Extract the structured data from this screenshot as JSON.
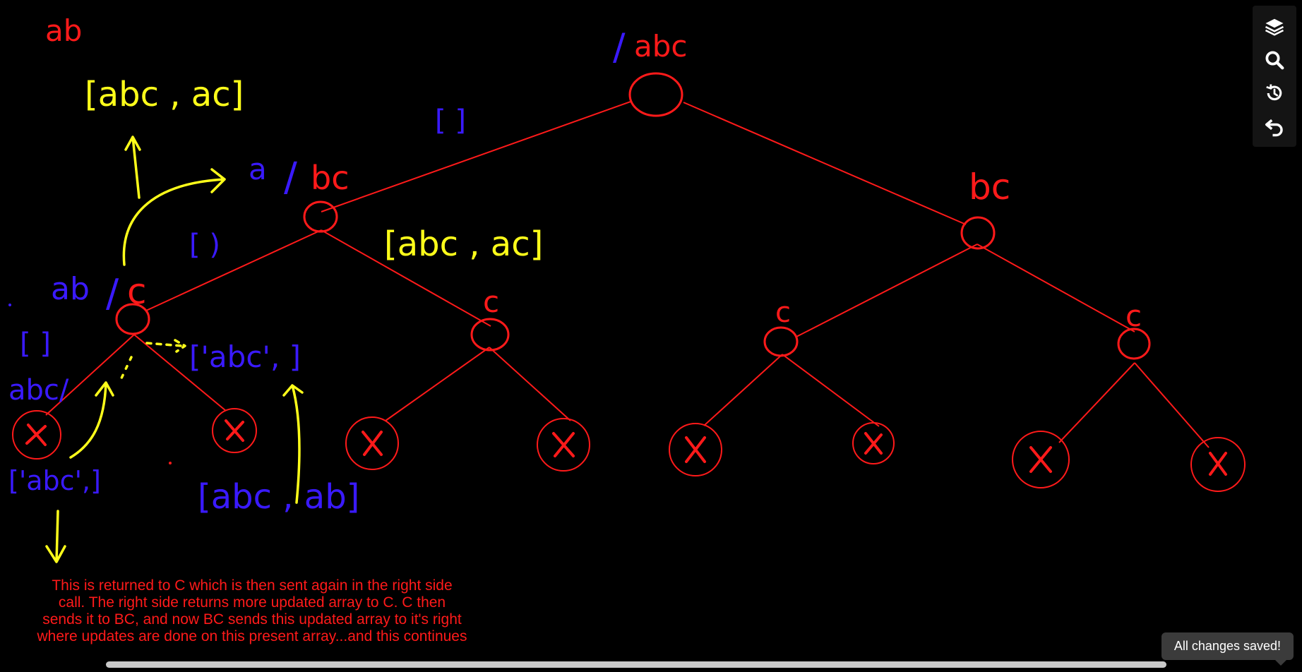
{
  "toolbar": {
    "icons": [
      "layers-icon",
      "search-icon",
      "history-icon",
      "undo-icon"
    ]
  },
  "labels": {
    "top_left_ab": "ab",
    "root_prefix": "/",
    "root_rest": "abc",
    "node_a": "a",
    "node_a_slash": "/",
    "node_bc_left": "bc",
    "node_bc_right": "bc",
    "node_ab": "ab",
    "node_ab_slash": "/",
    "node_c_ab": "c",
    "node_c_mid": "c",
    "node_c_right1": "c",
    "node_c_right2": "c",
    "abc_slash": "abc/",
    "array_top_yellow": "[abc , ac]",
    "array_mid_yellow": "[abc , ac]",
    "array_empty_1": "[ ]",
    "array_empty_2": "[ )",
    "array_empty_3": "[ ]",
    "array_abc_blue": "['abc', ]",
    "array_abc_left": "['abc',]",
    "array_abc_ab": "[abc , ab]"
  },
  "note": "This is returned to C which  is then sent again in the right side call. The right side returns more updated array to C. C then sends it to BC, and now BC sends this updated array to it's right where updates are done on this present array...and this continues",
  "status": {
    "toast": "All changes saved!"
  },
  "colors": {
    "red": "#ff1a1a",
    "yellow": "#ffff1a",
    "blue": "#3a1aff",
    "background": "#000000"
  }
}
